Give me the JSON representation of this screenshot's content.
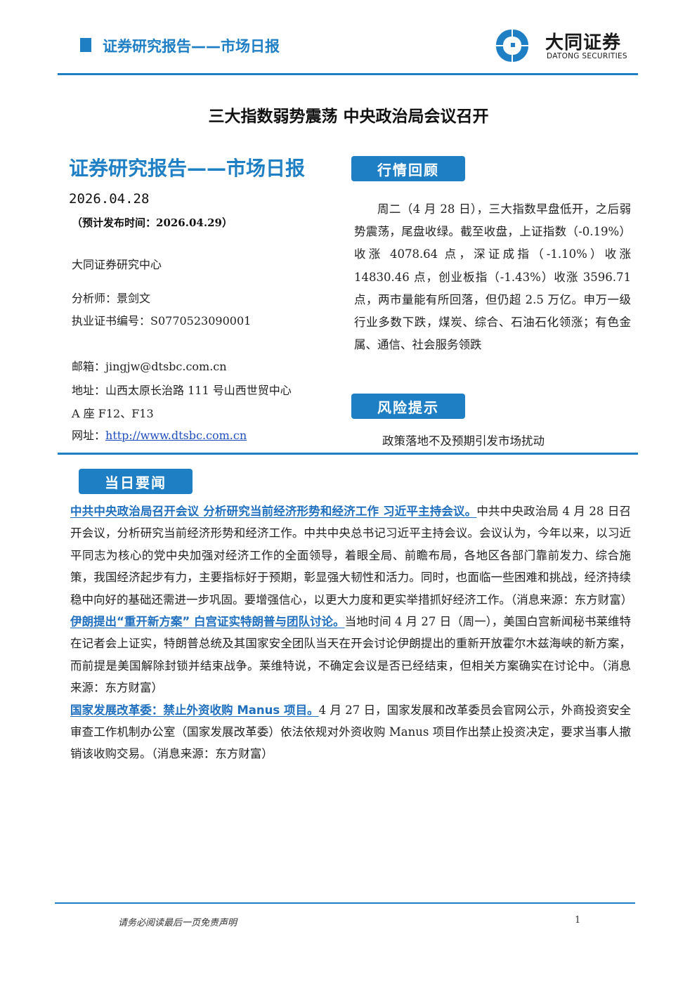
{
  "header": {
    "title": "证券研究报告——市场日报",
    "logo_cn": "大同证券",
    "logo_en": "DATONG SECURITIES",
    "brand_color": "#1f7fc4"
  },
  "main_title": "三大指数弱势震荡 中央政治局会议召开",
  "left": {
    "title": "证券研究报告——市场日报",
    "date": "2026.04.28",
    "pub_time": "（预计发布时间：2026.04.29）",
    "center": "大同证券研究中心",
    "analyst": "分析师：景剑文",
    "cert": "执业证书编号：S0770523090001",
    "email": "邮箱：jingjw@dtsbc.com.cn",
    "address_line1": "地址：山西太原长治路 111 号山西世贸中心",
    "address_line2": "A 座 F12、F13",
    "website_label": "网址：",
    "website": "http://www.dtsbc.com.cn"
  },
  "review": {
    "tab": "行情回顾",
    "text": "周二（4 月 28 日），三大指数早盘低开，之后弱势震荡，尾盘收绿。截至收盘，上证指数（-0.19%）收涨 4078.64 点，深证成指（-1.10%）收涨 14830.46 点，创业板指（-1.43%）收涨 3596.71 点，两市量能有所回落，但仍超 2.5 万亿。申万一级行业多数下跌，煤炭、综合、石油石化领涨；有色金属、通信、社会服务领跌"
  },
  "risk": {
    "tab": "风险提示",
    "text": "政策落地不及预期引发市场扰动"
  },
  "news": {
    "tab": "当日要闻",
    "items": [
      {
        "headline": "中共中央政治局召开会议 分析研究当前经济形势和经济工作 习近平主持会议。",
        "body": "中共中央政治局 4 月 28 日召开会议，分析研究当前经济形势和经济工作。中共中央总书记习近平主持会议。会议认为，今年以来，以习近平同志为核心的党中央加强对经济工作的全面领导，着眼全局、前瞻布局，各地区各部门靠前发力、综合施策，我国经济起步有力，主要指标好于预期，彰显强大韧性和活力。同时，也面临一些困难和挑战，经济持续稳中向好的基础还需进一步巩固。要增强信心，以更大力度和更实举措抓好经济工作。（消息来源：东方财富）"
      },
      {
        "headline": "伊朗提出“重开新方案” 白宫证实特朗普与团队讨论。",
        "body": "当地时间 4 月 27 日（周一），美国白宫新闻秘书莱维特在记者会上证实，特朗普总统及其国家安全团队当天在开会讨论伊朗提出的重新开放霍尔木兹海峡的新方案，而前提是美国解除封锁并结束战争。莱维特说，不确定会议是否已经结束，但相关方案确实在讨论中。（消息来源：东方财富）"
      },
      {
        "headline": "国家发展改革委：禁止外资收购 Manus 项目。",
        "body": "4 月 27 日，国家发展和改革委员会官网公示，外商投资安全审查工作机制办公室（国家发展改革委）依法依规对外资收购 Manus 项目作出禁止投资决定，要求当事人撤销该收购交易。（消息来源：东方财富）"
      }
    ]
  },
  "footer": {
    "text": "请务必阅读最后一页免责声明",
    "page": "1"
  }
}
